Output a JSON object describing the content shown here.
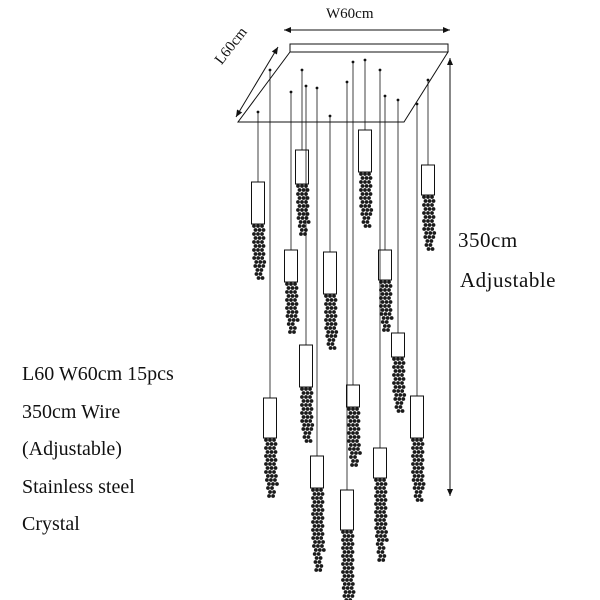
{
  "dimensions": {
    "width_label": "W60cm",
    "length_label": "L60cm",
    "height_value": "350cm",
    "height_note": "Adjustable"
  },
  "specs": [
    "L60 W60cm 15pcs",
    "350cm Wire",
    "(Adjustable)",
    "Stainless steel",
    "Crystal"
  ],
  "colors": {
    "line": "#111111",
    "crystal": "#1a1a1a",
    "tube": "#ffffff"
  }
}
